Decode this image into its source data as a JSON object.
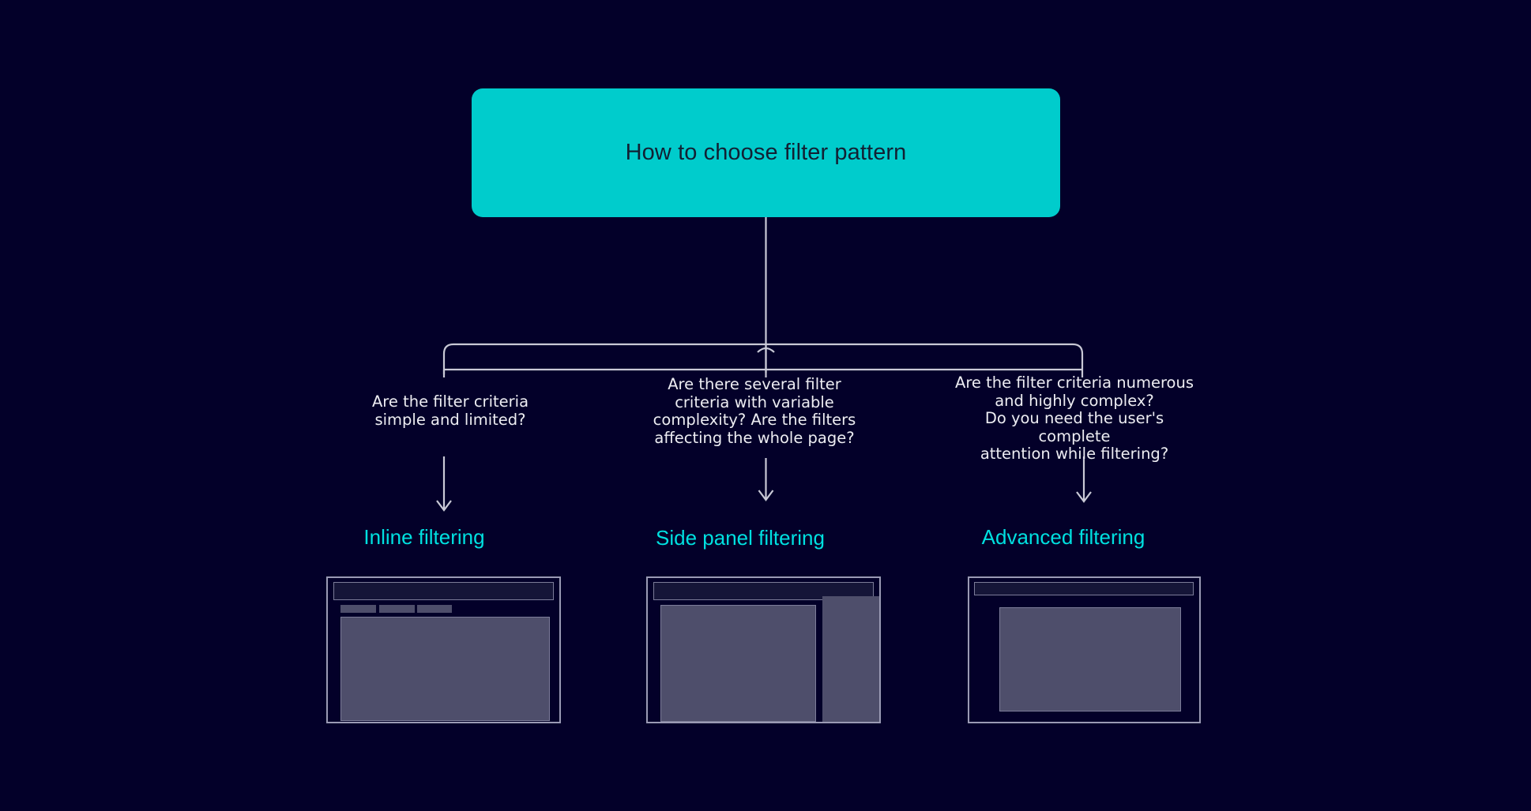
{
  "diagram": {
    "title": "How to choose filter pattern",
    "background_color": "#030029",
    "accent_color": "#00CCCC",
    "label_color": "#00E0E0",
    "text_color": "#EDEDF2",
    "connector_color": "#C9C9D6",
    "root": {
      "label": "How to choose filter pattern"
    },
    "branches": [
      {
        "id": "inline",
        "question": "Are the filter criteria\nsimple and limited?",
        "outcome": "Inline filtering",
        "mockup_name": "inline-filtering-mockup"
      },
      {
        "id": "side-panel",
        "question": "Are there several filter\ncriteria with variable\ncomplexity? Are the filters\naffecting the whole page?",
        "outcome": "Side panel filtering",
        "mockup_name": "side-panel-filtering-mockup"
      },
      {
        "id": "advanced",
        "question": "Are the filter criteria numerous\nand highly complex?\nDo you need the user's complete\nattention while filtering?",
        "outcome": "Advanced filtering",
        "mockup_name": "advanced-filtering-mockup"
      }
    ]
  }
}
